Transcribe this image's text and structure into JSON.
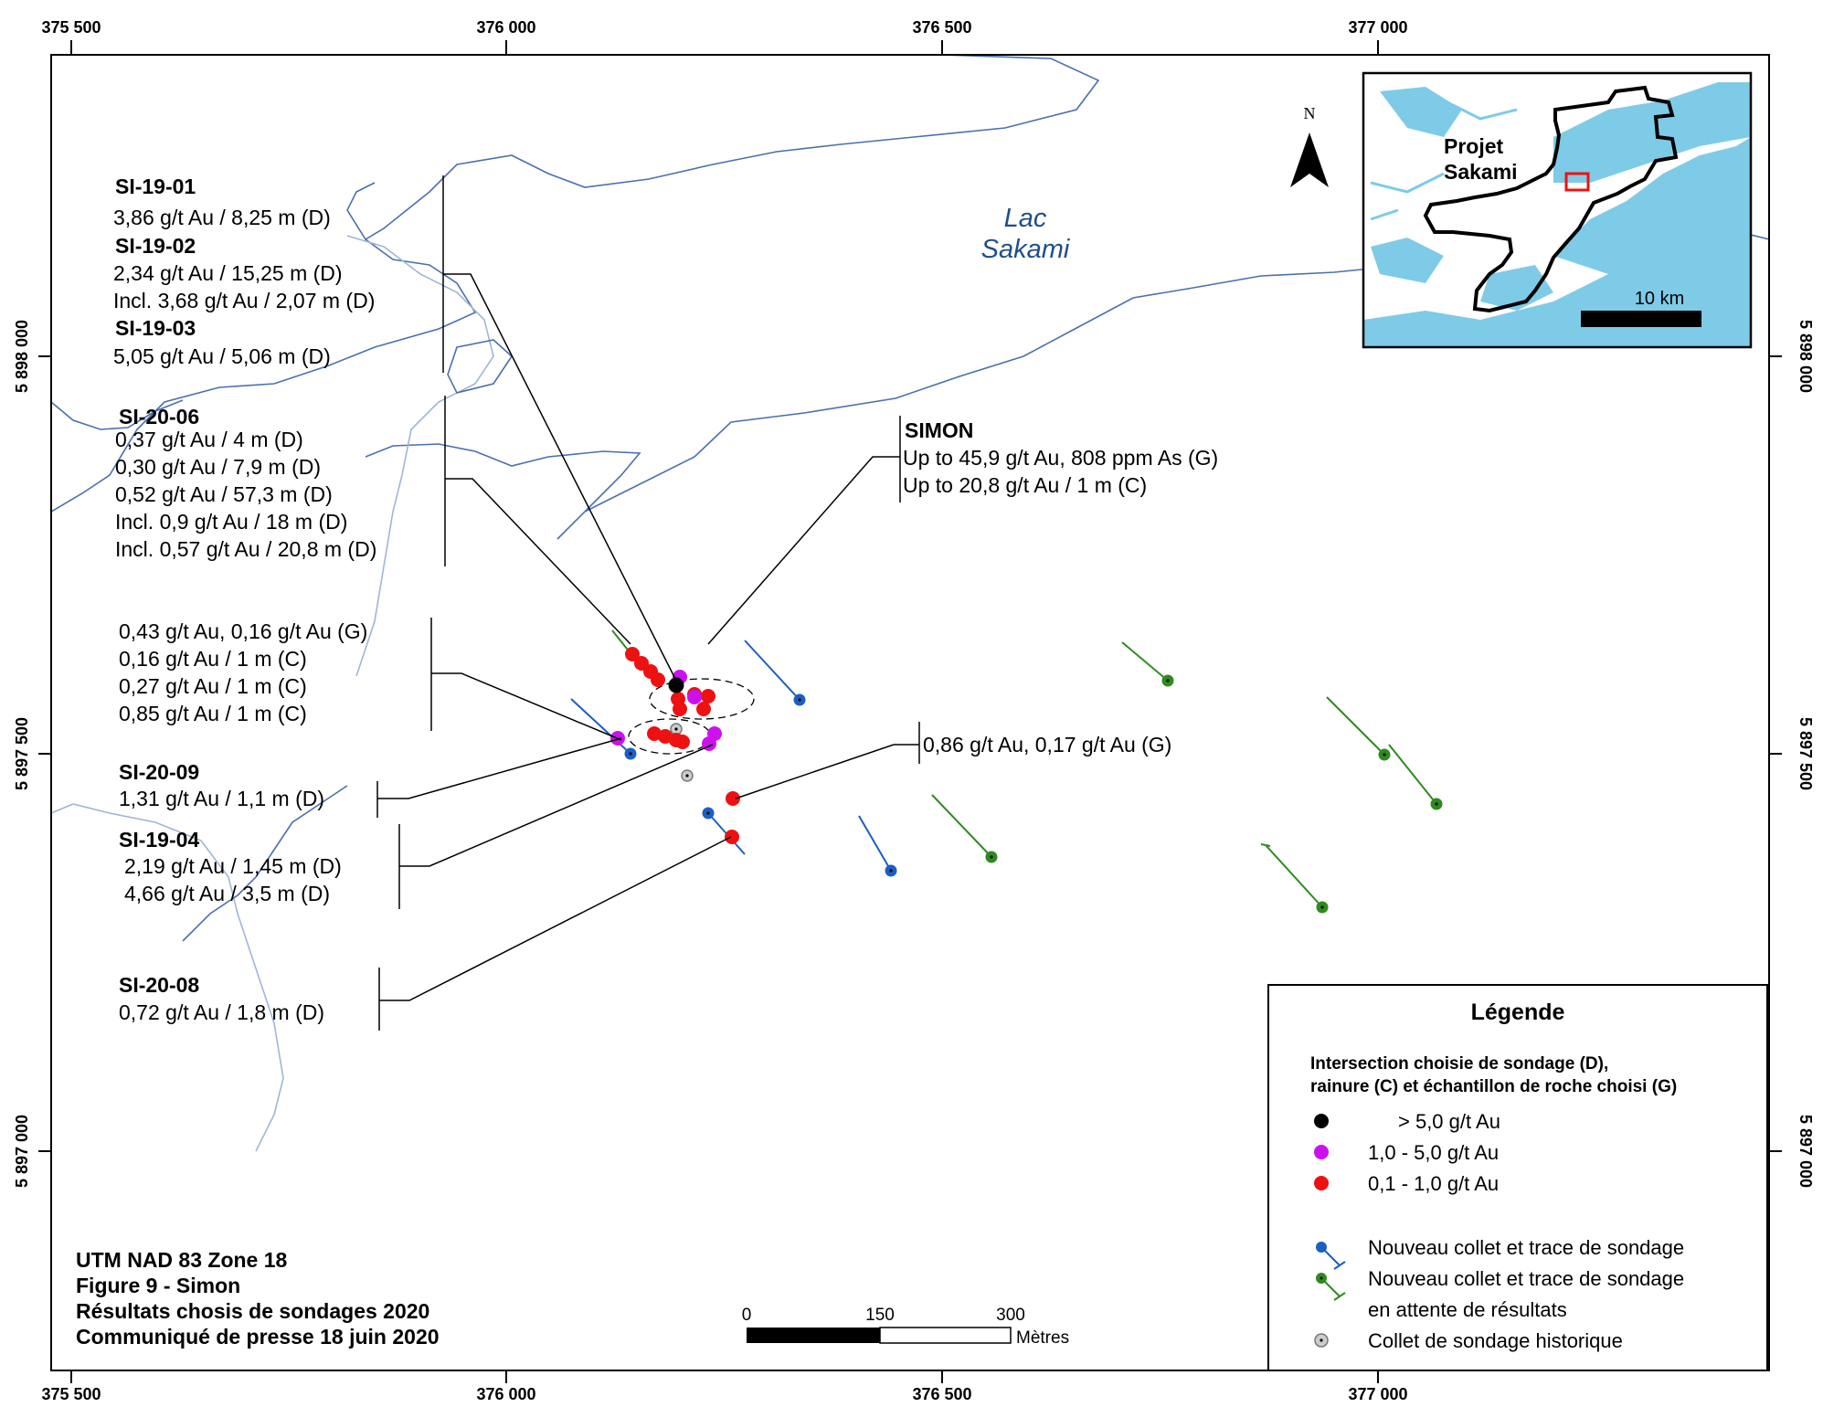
{
  "grid": {
    "x_ticks": [
      "375 500",
      "376 000",
      "376 500",
      "377 000"
    ],
    "y_ticks": [
      "5 898 000",
      "5 897 500",
      "5 897 000"
    ]
  },
  "lake_label": [
    "Lac",
    "Sakami"
  ],
  "north_label": "N",
  "inset": {
    "project_label": [
      "Projet",
      "Sakami"
    ],
    "scale_label": "10 km"
  },
  "callouts": {
    "si1901": {
      "title": "SI-19-01",
      "lines": [
        "3,86 g/t Au / 8,25 m (D)"
      ]
    },
    "si1902": {
      "title": "SI-19-02",
      "lines": [
        "2,34 g/t Au / 15,25 m (D)",
        "Incl. 3,68 g/t Au / 2,07 m (D)"
      ]
    },
    "si1903": {
      "title": "SI-19-03",
      "lines": [
        "5,05 g/t Au / 5,06 m (D)"
      ]
    },
    "si2006": {
      "title": "SI-20-06",
      "lines": [
        "0,37 g/t Au / 4 m (D)",
        "0,30 g/t Au / 7,9 m (D)",
        "0,52 g/t Au / 57,3 m (D)",
        "Incl. 0,9 g/t Au / 18 m (D)",
        "Incl. 0,57 g/t Au / 20,8 m (D)"
      ]
    },
    "rainure": {
      "lines": [
        "0,43 g/t Au, 0,16 g/t Au (G)",
        "0,16 g/t Au / 1 m (C)",
        "0,27 g/t Au / 1 m (C)",
        "0,85 g/t Au / 1 m (C)"
      ]
    },
    "si2009": {
      "title": "SI-20-09",
      "lines": [
        "1,31 g/t Au / 1,1 m (D)"
      ]
    },
    "si1904": {
      "title": "SI-19-04",
      "lines": [
        "2,19 g/t Au / 1,45 m (D)",
        "4,66 g/t Au / 3,5 m (D)"
      ]
    },
    "si2008": {
      "title": "SI-20-08",
      "lines": [
        "0,72 g/t Au / 1,8 m (D)"
      ]
    },
    "simon": {
      "title": "SIMON",
      "lines": [
        "Up to 45,9 g/t Au, 808 ppm As (G)",
        "Up to 20,8 g/t Au / 1 m (C)"
      ]
    },
    "east": {
      "lines": [
        "0,86 g/t Au, 0,17 g/t Au (G)"
      ]
    }
  },
  "legend": {
    "title": "Légende",
    "subtitle": [
      "Intersection choisie de sondage (D),",
      "rainure (C) et échantillon de roche choisi (G)"
    ],
    "items": [
      {
        "label": "> 5,0 g/t Au",
        "color": "#000000"
      },
      {
        "label": "1,0 - 5,0 g/t Au",
        "color": "#cc11ee"
      },
      {
        "label": "0,1 - 1,0 g/t Au",
        "color": "#ee1111"
      }
    ],
    "new_collar": "Nouveau collet et trace de sondage",
    "pending": [
      "Nouveau collet et trace de sondage",
      "en attente de résultats"
    ],
    "historic": "Collet de sondage historique",
    "colors": {
      "new": "#1a5fc4",
      "pending": "#2e8b1e",
      "historic": "#999999"
    }
  },
  "info_lines": [
    "UTM NAD 83 Zone 18",
    "Figure 9 - Simon",
    "Résultats chosis de sondages 2020",
    "Communiqué de presse 18 juin 2020"
  ],
  "scale_bar": {
    "ticks": [
      "0",
      "150",
      "300"
    ],
    "unit": "Mètres"
  }
}
